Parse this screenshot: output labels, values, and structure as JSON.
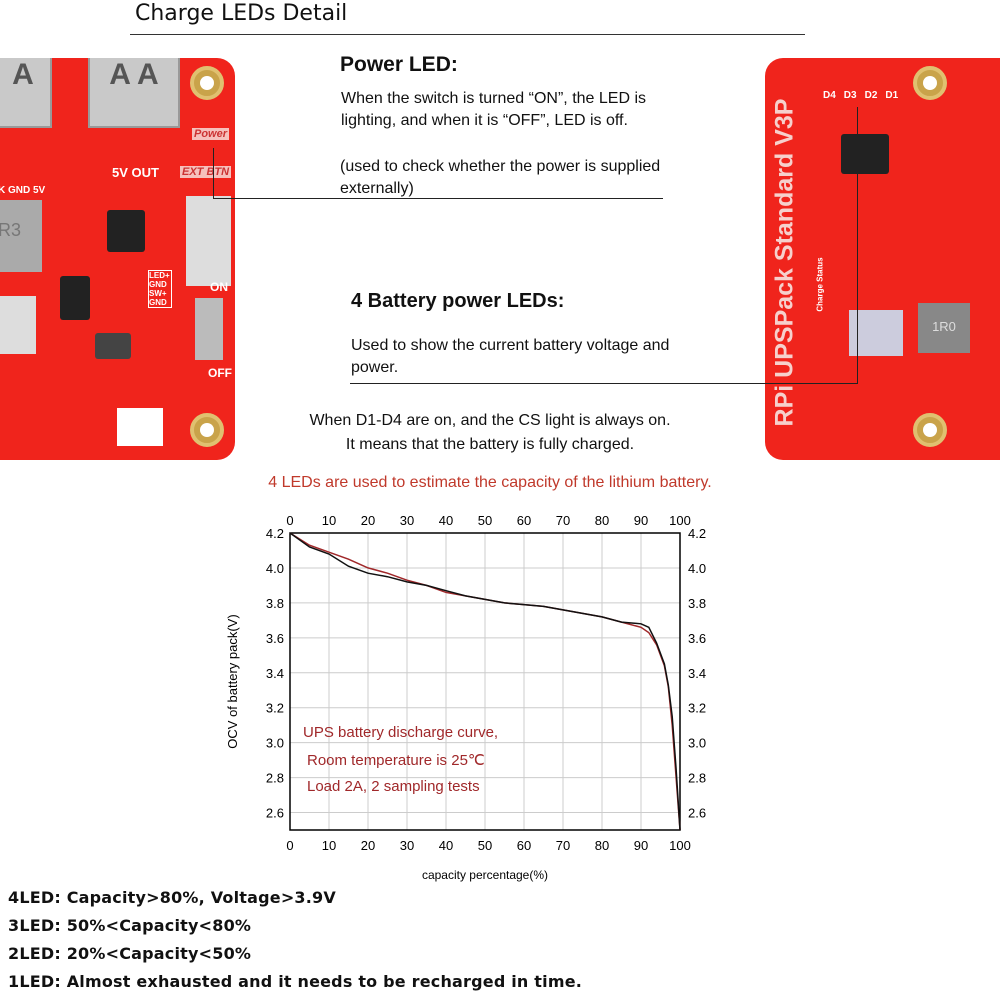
{
  "header": {
    "title": "Charge LEDs Detail"
  },
  "left_board": {
    "labels": {
      "power": "Power",
      "ext_btn": "EXT BTN",
      "out": "5V OUT",
      "gnd5v": "K GND 5V",
      "pins": "LED+ GND SW+ GND",
      "on": "ON",
      "off": "OFF",
      "inductor": "R3"
    }
  },
  "right_board": {
    "name": "RPi UPSPack Standard V3P",
    "leds": [
      "D4",
      "D3",
      "D2",
      "D1"
    ],
    "charge_status": "Charge Status",
    "inductor": "1R0"
  },
  "power_led": {
    "heading": "Power LED:",
    "text1": "When the switch is turned “ON”, the LED is lighting, and when it is “OFF”, LED is off.",
    "text2": "(used to check whether the power is supplied externally)"
  },
  "battery_leds": {
    "heading": "4 Battery power LEDs:",
    "text": "Used to show the current battery voltage and power."
  },
  "full_charge": {
    "line1": "When D1-D4 are on, and the CS light is always on.",
    "line2": "It means that the battery is fully charged."
  },
  "chart_data": {
    "type": "line",
    "title": "4 LEDs are used to estimate the capacity of the lithium battery.",
    "xlabel": "capacity percentage(%)",
    "ylabel": "OCV of battery pack(V)",
    "xlim": [
      0,
      100
    ],
    "ylim": [
      2.5,
      4.2
    ],
    "xticks": [
      0,
      10,
      20,
      30,
      40,
      50,
      60,
      70,
      80,
      90,
      100
    ],
    "yticks": [
      2.6,
      2.8,
      3.0,
      3.2,
      3.4,
      3.6,
      3.8,
      4.0,
      4.2
    ],
    "grid": true,
    "annotation": [
      "UPS battery discharge curve,",
      "Room temperature is 25℃",
      "Load 2A, 2 sampling tests"
    ],
    "colors": {
      "series1": "#a0282a",
      "series2": "#111111",
      "annotation": "#a0282a"
    },
    "series": [
      {
        "x": [
          0,
          5,
          10,
          15,
          20,
          25,
          30,
          35,
          40,
          45,
          50,
          55,
          60,
          65,
          70,
          75,
          80,
          85,
          90,
          92,
          94,
          96,
          97,
          98,
          99,
          100
        ],
        "y": [
          4.2,
          4.13,
          4.09,
          4.05,
          4.0,
          3.97,
          3.93,
          3.9,
          3.86,
          3.84,
          3.82,
          3.8,
          3.79,
          3.78,
          3.76,
          3.74,
          3.72,
          3.69,
          3.66,
          3.63,
          3.56,
          3.44,
          3.32,
          3.1,
          2.8,
          2.5
        ]
      },
      {
        "x": [
          0,
          5,
          10,
          15,
          20,
          25,
          30,
          35,
          40,
          45,
          50,
          55,
          60,
          65,
          70,
          75,
          80,
          85,
          90,
          92,
          94,
          96,
          97,
          98,
          99,
          100
        ],
        "y": [
          4.2,
          4.12,
          4.08,
          4.01,
          3.97,
          3.95,
          3.92,
          3.9,
          3.87,
          3.84,
          3.82,
          3.8,
          3.79,
          3.78,
          3.76,
          3.74,
          3.72,
          3.69,
          3.68,
          3.66,
          3.57,
          3.45,
          3.33,
          3.15,
          2.85,
          2.5
        ]
      }
    ]
  },
  "legend_lines": [
    "4LED: Capacity>80%, Voltage>3.9V",
    "3LED: 50%<Capacity<80%",
    "2LED: 20%<Capacity<50%",
    "1LED: Almost exhausted and it needs to be recharged in time."
  ]
}
